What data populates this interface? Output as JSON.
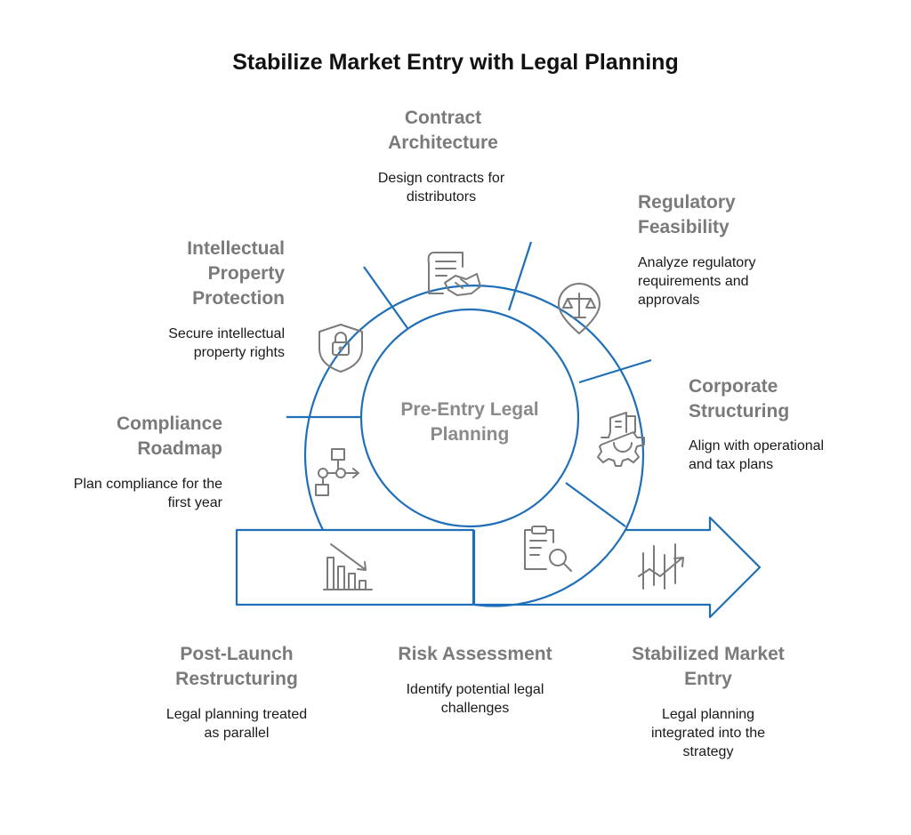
{
  "title": "Stabilize Market Entry with Legal Planning",
  "center": {
    "line1": "Pre-Entry Legal",
    "line2": "Planning"
  },
  "colors": {
    "stroke": "#1f6fb8",
    "icon": "#7a7a7a",
    "label": "#7a7a7a",
    "text": "#1a1a1a"
  },
  "sections": {
    "contract": {
      "icon": "contract-handshake-icon",
      "title_lines": [
        "Contract",
        "Architecture"
      ],
      "desc_lines": [
        "Design contracts for",
        "distributors"
      ]
    },
    "regulatory": {
      "icon": "scales-pin-icon",
      "title_lines": [
        "Regulatory",
        "Feasibility"
      ],
      "desc_lines": [
        "Analyze regulatory",
        "requirements and",
        "approvals"
      ]
    },
    "ip": {
      "icon": "shield-lock-icon",
      "title_lines": [
        "Intellectual",
        "Property",
        "Protection"
      ],
      "desc_lines": [
        "Secure intellectual",
        "property rights"
      ]
    },
    "corporate": {
      "icon": "building-gear-icon",
      "title_lines": [
        "Corporate",
        "Structuring"
      ],
      "desc_lines": [
        "Align with operational",
        "and tax plans"
      ]
    },
    "compliance": {
      "icon": "flowchart-icon",
      "title_lines": [
        "Compliance",
        "Roadmap"
      ],
      "desc_lines": [
        "Plan compliance for the",
        "first year"
      ]
    },
    "postlaunch": {
      "icon": "declining-bar-chart-icon",
      "title_lines": [
        "Post-Launch",
        "Restructuring"
      ],
      "desc_lines": [
        "Legal planning treated",
        "as parallel"
      ]
    },
    "risk": {
      "icon": "clipboard-magnifier-icon",
      "title_lines": [
        "Risk Assessment"
      ],
      "desc_lines": [
        "Identify potential legal",
        "challenges"
      ]
    },
    "stabilized": {
      "icon": "rising-chart-icon",
      "title_lines": [
        "Stabilized Market",
        "Entry"
      ],
      "desc_lines": [
        "Legal planning",
        "integrated into the",
        "strategy"
      ]
    }
  }
}
